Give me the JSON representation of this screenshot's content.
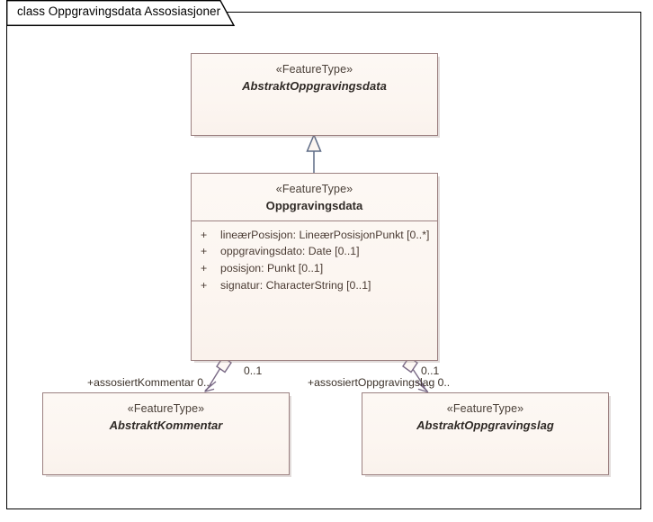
{
  "diagram": {
    "title": "class Oppgravingsdata Assosiasjoner",
    "colors": {
      "class_border": "#9c8181",
      "class_fill": "#fdf8f4",
      "connector": "#7a6a86",
      "frame_border": "#000000",
      "text": "#3b3129"
    }
  },
  "classes": {
    "abstrakt_oppgravingsdata": {
      "stereotype": "«FeatureType»",
      "name": "AbstraktOppgravingsdata",
      "abstract": true
    },
    "oppgravingsdata": {
      "stereotype": "«FeatureType»",
      "name": "Oppgravingsdata",
      "abstract": false,
      "attributes": [
        {
          "visibility": "+",
          "text": "lineærPosisjon: LineærPosisjonPunkt [0..*]"
        },
        {
          "visibility": "+",
          "text": "oppgravingsdato: Date [0..1]"
        },
        {
          "visibility": "+",
          "text": "posisjon: Punkt [0..1]"
        },
        {
          "visibility": "+",
          "text": "signatur: CharacterString [0..1]"
        }
      ]
    },
    "abstrakt_kommentar": {
      "stereotype": "«FeatureType»",
      "name": "AbstraktKommentar",
      "abstract": true
    },
    "abstrakt_oppgravingslag": {
      "stereotype": "«FeatureType»",
      "name": "AbstraktOppgravingslag",
      "abstract": true
    }
  },
  "connectors": {
    "generalization": {
      "type": "generalization",
      "from": "Oppgravingsdata",
      "to": "AbstraktOppgravingsdata"
    },
    "assoc_kommentar": {
      "type": "aggregation",
      "from": "Oppgravingsdata",
      "to": "AbstraktKommentar",
      "role_label": "+assosiertKommentar 0..",
      "source_multiplicity": "0..1"
    },
    "assoc_oppgravingslag": {
      "type": "aggregation",
      "from": "Oppgravingsdata",
      "to": "AbstraktOppgravingslag",
      "role_label": "+assosiertOppgravingslag 0..",
      "source_multiplicity": "0..1"
    }
  }
}
